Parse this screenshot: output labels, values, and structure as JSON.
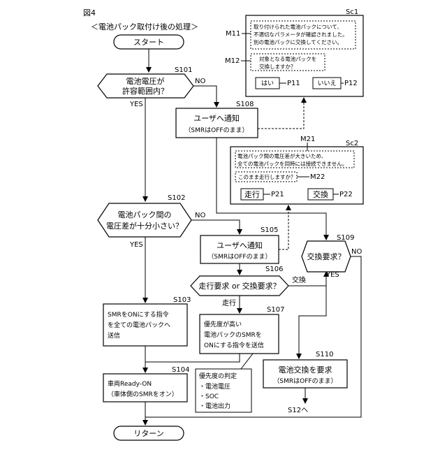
{
  "figure_label": "図4",
  "title": "＜電池パック取付け後の処理＞",
  "start": "スタート",
  "end": "リターン",
  "steps": {
    "s101": {
      "id": "S101",
      "line1": "電池電圧が",
      "line2": "許容範囲内？"
    },
    "s102": {
      "id": "S102",
      "line1": "電池パック間の",
      "line2": "電圧差が十分小さい？"
    },
    "s103": {
      "id": "S103",
      "line1": "SMRをONにする指令",
      "line2": "を全ての電池パックへ",
      "line3": "送信"
    },
    "s104": {
      "id": "S104",
      "line1": "車両Ready-ON",
      "line2": "（車体側のSMRをオン）"
    },
    "s105": {
      "id": "S105",
      "line1": "ユーザへ通知",
      "line2": "（SMRはOFFのまま）"
    },
    "s106": {
      "id": "S106",
      "text": "走行要求 or 交換要求？"
    },
    "s107": {
      "id": "S107",
      "line1": "優先度が高い",
      "line2": "電池パックのSMRを",
      "line3": "ONにする指令を送信"
    },
    "s108": {
      "id": "S108",
      "line1": "ユーザへ通知",
      "line2": "（SMRはOFFのまま）"
    },
    "s109": {
      "id": "S109",
      "text": "交換要求？"
    },
    "s110": {
      "id": "S110",
      "line1": "電池交換を要求",
      "line2": "（SMRはOFFのまま）"
    }
  },
  "branch_labels": {
    "yes": "YES",
    "no": "NO",
    "travel": "走行",
    "swap": "交換",
    "to_s12": "S12へ"
  },
  "priority_note": {
    "title": "優先度の判定",
    "items": [
      "・電池電圧",
      "・SOC",
      "・電池出力"
    ]
  },
  "screen1": {
    "id": "Sc1",
    "m11_label": "M11",
    "m11_lines": [
      "取り付けられた電池パックについて、",
      "不適切なパラメータが確認されました。",
      "別の電池パックに交換してください。"
    ],
    "m12_label": "M12",
    "m12_lines": [
      "対象となる電池パックを",
      "交換しますか？"
    ],
    "yes_button": "はい",
    "yes_label": "P11",
    "no_button": "いいえ",
    "no_label": "P12"
  },
  "screen2": {
    "id": "Sc2",
    "m21_label": "M21",
    "m21_lines": [
      "電池パック間の電圧差が大きいため、",
      "全ての電池パックを同時には接続できません。"
    ],
    "m22_label": "M22",
    "m22_text": "このまま走行しますか？",
    "travel_button": "走行",
    "travel_label": "P21",
    "swap_button": "交換",
    "swap_label": "P22"
  }
}
